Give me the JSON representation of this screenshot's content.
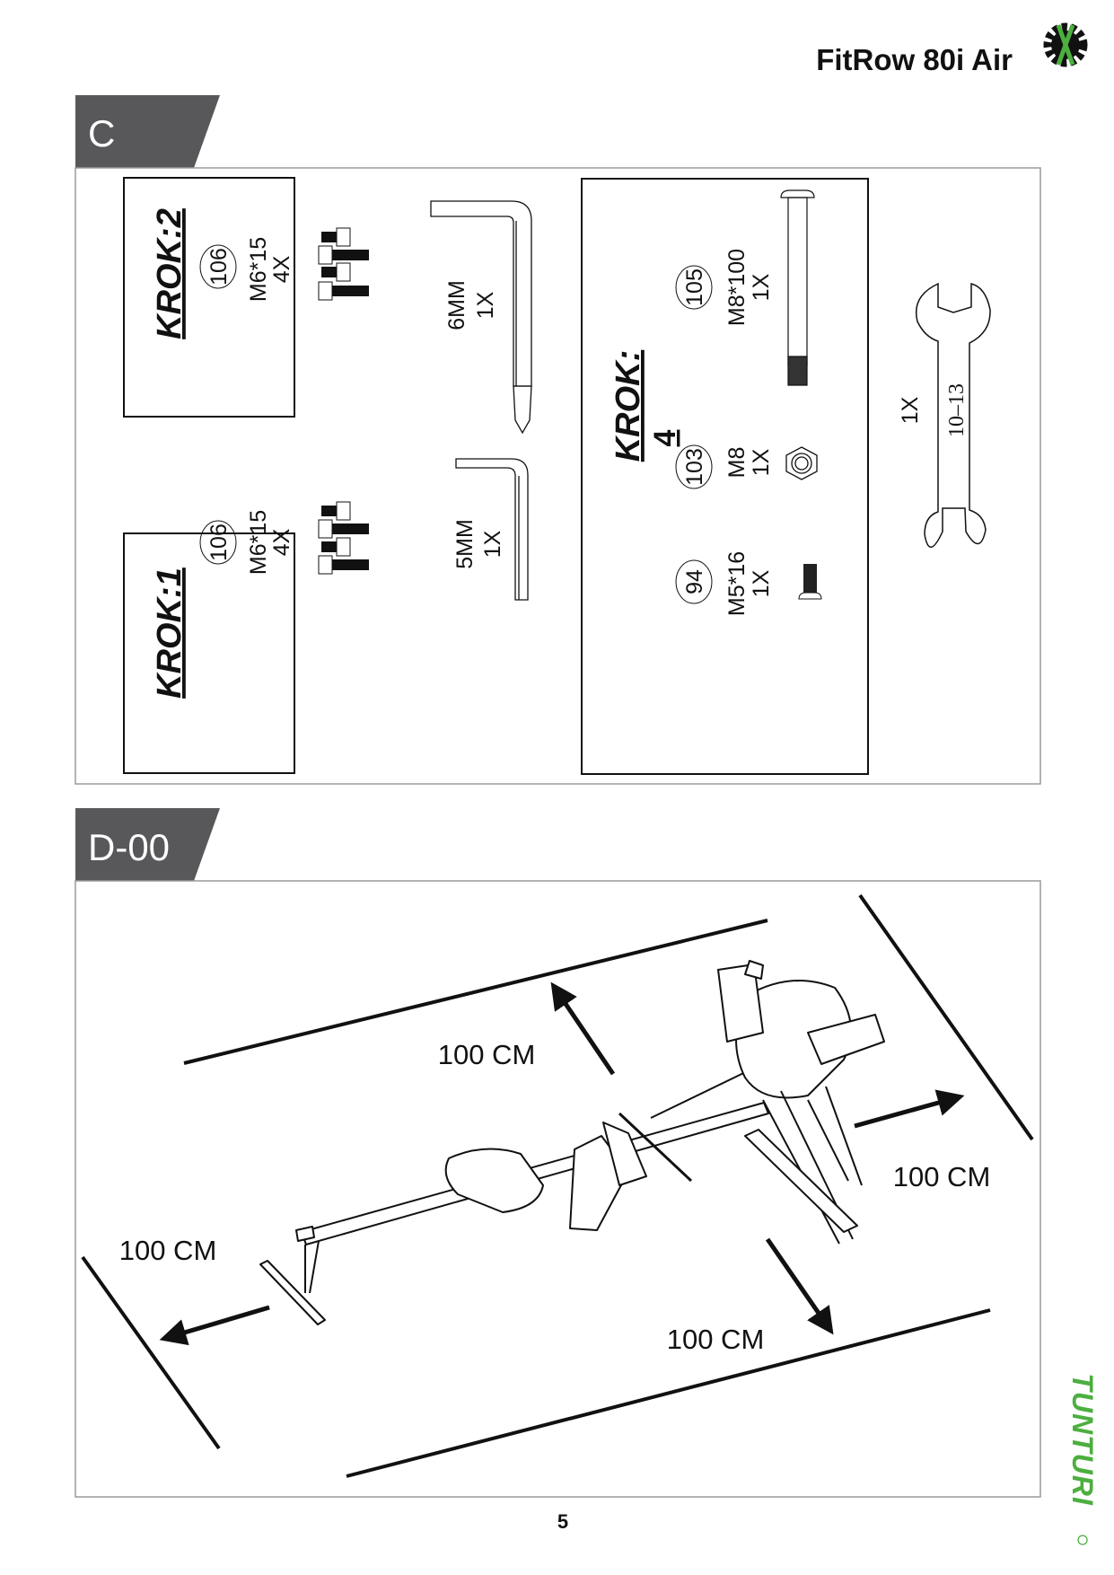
{
  "header": {
    "title": "FitRow 80i Air",
    "icon": "gear-tools-icon"
  },
  "section_c": {
    "label": "C",
    "krok2": {
      "title": "KROK:2",
      "part": "106",
      "spec": "M6*15",
      "qty": "4X"
    },
    "krok1": {
      "title": "KROK:1",
      "part": "106",
      "spec": "M6*15",
      "qty": "4X"
    },
    "allen6": {
      "size": "6MM",
      "qty": "1X"
    },
    "allen5": {
      "size": "5MM",
      "qty": "1X"
    },
    "krok4": {
      "title": "KROK:",
      "number": "4",
      "items": [
        {
          "part": "105",
          "spec": "M8*100",
          "qty": "1X"
        },
        {
          "part": "103",
          "spec": "M8",
          "qty": "1X"
        },
        {
          "part": "94",
          "spec": "M5*16",
          "qty": "1X"
        }
      ]
    },
    "wrench": {
      "size": "10–13",
      "qty": "1X"
    }
  },
  "section_d": {
    "label": "D-00",
    "clearances": [
      "100 CM",
      "100 CM",
      "100 CM",
      "100 CM"
    ]
  },
  "footer": {
    "page": "5",
    "brand": "TUNTURI",
    "brand_color": "#4caf3f"
  },
  "colors": {
    "tab": "#58585a",
    "frame": "#9a9a9a"
  }
}
